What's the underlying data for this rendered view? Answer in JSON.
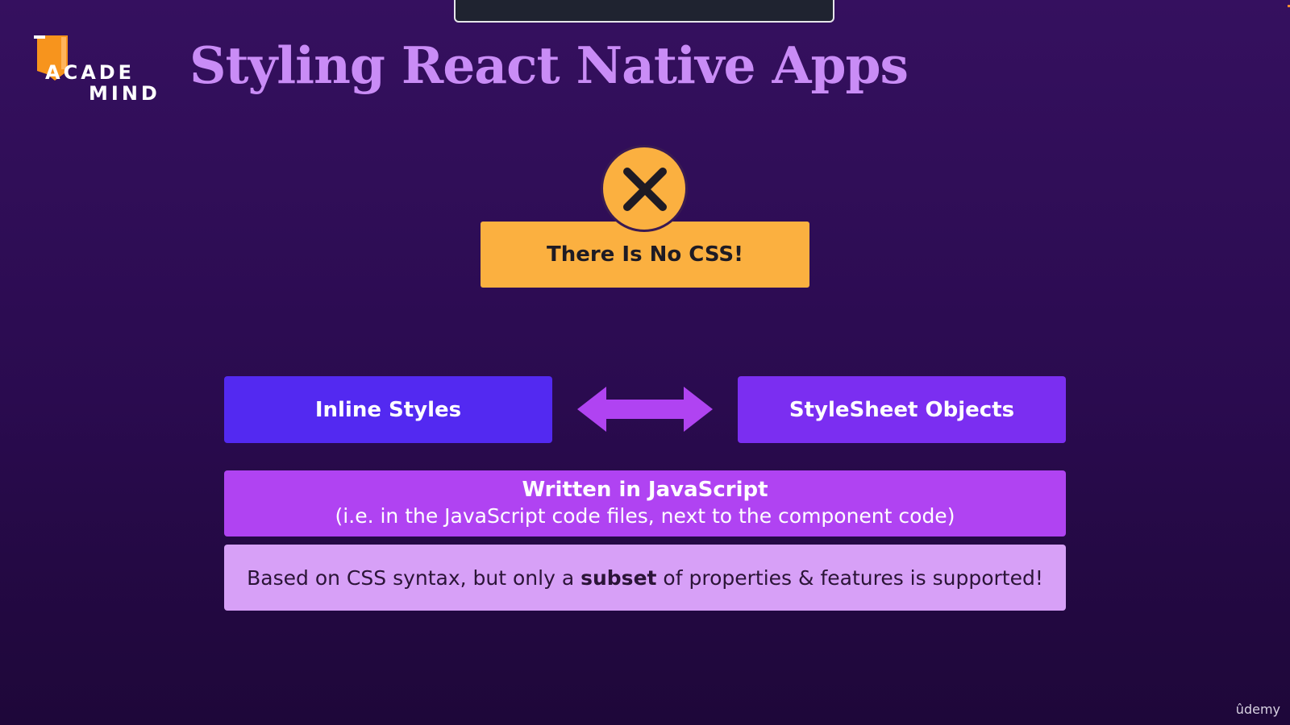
{
  "slide": {
    "title": "Styling React Native Apps",
    "logo": {
      "line1": "ACADE",
      "line2": "MIND"
    },
    "callout": {
      "text": "There Is No CSS!",
      "icon": "close-icon"
    },
    "options": {
      "left": "Inline Styles",
      "right": "StyleSheet Objects",
      "connector_icon": "double-arrow-icon"
    },
    "written": {
      "title": "Written in JavaScript",
      "subtitle": "(i.e. in the JavaScript code files, next to the component code)"
    },
    "note": {
      "prefix": "Based on CSS syntax, but only a ",
      "emphasis": "subset",
      "suffix": " of properties & features is supported!"
    }
  },
  "watermark": "ûdemy",
  "colors": {
    "background": "#2a0b4f",
    "title": "#c98cf6",
    "callout": "#fbb040",
    "inline": "#5329f1",
    "stylesheet": "#7b2ef1",
    "arrow": "#b043f2",
    "written": "#b043f2",
    "note": "#d7a0f7",
    "logo_accent": "#f7941d"
  }
}
